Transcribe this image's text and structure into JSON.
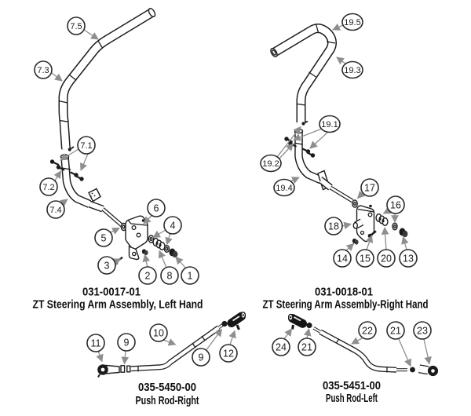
{
  "figures": [
    {
      "id": "zt-steering-arm-left",
      "part_number": "031-0017-01",
      "title": "ZT Steering Arm Assembly, Left Hand",
      "callouts": [
        "7.5",
        "7.3",
        "7.1",
        "7.2",
        "7.4",
        "5",
        "6",
        "4",
        "3",
        "2",
        "8",
        "1"
      ]
    },
    {
      "id": "zt-steering-arm-right",
      "part_number": "031-0018-01",
      "title": "ZT Steering Arm Assembly-Right Hand",
      "callouts": [
        "19.5",
        "19.3",
        "19.1",
        "19.2",
        "19.4",
        "17",
        "16",
        "18",
        "14",
        "15",
        "20",
        "13"
      ]
    },
    {
      "id": "push-rod-right",
      "part_number": "035-5450-00",
      "title": "Push Rod-Right",
      "callouts": [
        "11",
        "9",
        "10",
        "9",
        "12"
      ]
    },
    {
      "id": "push-rod-left",
      "part_number": "035-5451-00",
      "title": "Push Rod-Left",
      "callouts": [
        "24",
        "21",
        "22",
        "21",
        "23"
      ]
    }
  ],
  "colors": {
    "line": "#1d1d1d",
    "leader": "#8e8e8e",
    "background": "#ffffff",
    "text": "#0e0e0e"
  }
}
